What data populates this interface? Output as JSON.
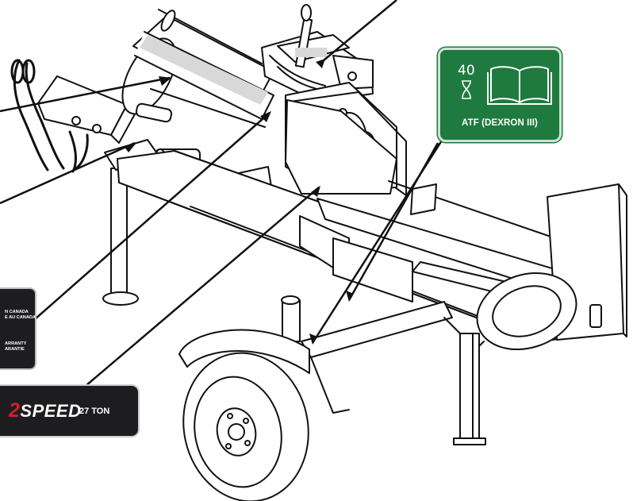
{
  "labels": {
    "atf": {
      "interval": "40",
      "text": "ATF (DEXRON III)",
      "color": "#1e7a3e"
    },
    "canada": {
      "line1": "N CANADA",
      "line2": "E AU CANADA",
      "line3": "ARRANTY",
      "line4": "ARANTIE"
    },
    "speed": {
      "prefix": "2",
      "word": "SPEED",
      "tonnage": "27 TON",
      "accent_color": "#d0202a"
    }
  },
  "icons": [
    "hourglass-icon",
    "open-book-icon"
  ]
}
